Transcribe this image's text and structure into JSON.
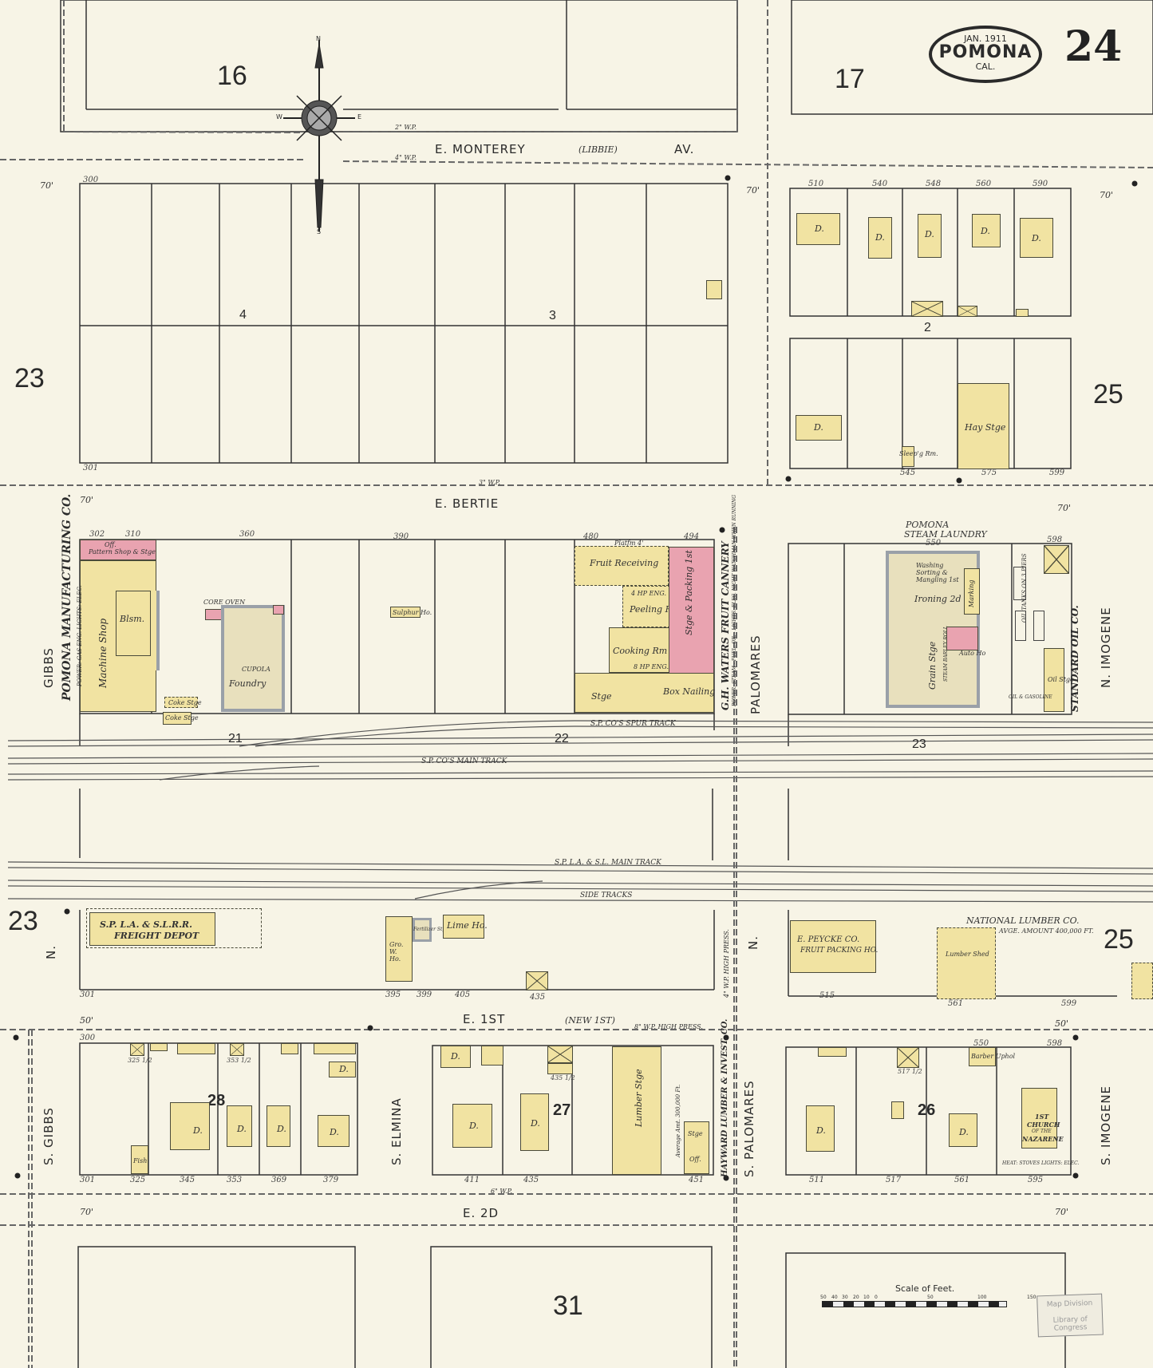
{
  "title_badge": {
    "date": "JAN. 1911",
    "city": "POMONA",
    "state": "CAL."
  },
  "sheet_number": "24",
  "compass": {
    "n": "N",
    "s": "S",
    "e": "E",
    "w": "W"
  },
  "streets": {
    "monterey": "E.   MONTEREY",
    "monterey_alt": "(LIBBIE)",
    "monterey_suffix": "AV.",
    "bertie": "E.   BERTIE",
    "first": "E.   1ST",
    "first_alt": "(NEW 1ST)",
    "second": "E.   2D",
    "gibbs_n": "GIBBS",
    "gibbs_s": "S.  GIBBS",
    "elmina_s": "S.  ELMINA",
    "palomares_n": "PALOMARES",
    "palomares_s": "S.  PALOMARES",
    "imogene_n": "N.   IMOGENE",
    "imogene_s": "S.  IMOGENE",
    "n_mark_left": "N.",
    "n_mark_mid": "N."
  },
  "water_mains": {
    "monterey_top": "2\" W.P.",
    "monterey_bottom": "4\" W.P.",
    "bertie": "3\" W.P.",
    "first": "8\" W.P. HIGH PRESS.",
    "second": "6\" W.P.",
    "palomares": "4\" W.P. HIGH PRESS."
  },
  "block_numbers": {
    "b16": "16",
    "b17": "17",
    "b23_top": "23",
    "b25_top": "25",
    "b23_bottom": "23",
    "b25_bottom": "25",
    "b31": "31",
    "b4": "4",
    "b3": "3",
    "b2": "2",
    "b21": "21",
    "b22": "22",
    "b23_tracks": "23",
    "b28": "28",
    "b27": "27",
    "b26": "26"
  },
  "tracks": {
    "spur": "S.P. CO'S   SPUR   TRACK",
    "main": "S.P. CO'S  MAIN  TRACK",
    "la_main": "S.P.  L.A. & S.L.  MAIN TRACK",
    "side": "SIDE  TRACKS"
  },
  "businesses": {
    "pomona_mfg": "POMONA  MANUFACTURING  CO.",
    "pomona_mfg_sub": "POWER: GAS ENG.  LIGHTS: ELEC.",
    "machine_shop": "Machine Shop",
    "blsm": "Blsm.",
    "pattern_shop": "Pattern Shop & Stge",
    "off": "Off.",
    "foundry": "Foundry",
    "core_oven": "CORE OVEN",
    "coke_stge_1": "Coke Stge",
    "coke_stge_2": "Coke Stge",
    "cupola": "CUPOLA",
    "sulphur_ho": "Sulphur Ho.",
    "fruit_receiving": "Fruit Receiving",
    "peeling_rm": "Peeling Rm",
    "cooking_rm": "Cooking Rm",
    "stge_packing": "Stge & Packing 1st",
    "box_nailing": "Box Nailing",
    "stge": "Stge",
    "platform": "Platfm 4'",
    "hp_eng_4": "4 HP ENG.",
    "hp_eng_8": "8 HP ENG.",
    "cannery": "G.H. WATERS  FRUIT  CANNERY",
    "cannery_sub": "POWER: STEAM - FUEL: OIL - LIGHTS: ELEC.  NIGHT WATCHMAN  WHEN RUNNING",
    "laundry_title_1": "POMONA",
    "laundry_title_2": "STEAM LAUNDRY",
    "washing": "Washing Sorting & Mangling 1st",
    "ironing": "Ironing 2d",
    "marking": "Marking",
    "grain_stge": "Grain Stge",
    "steam_barley": "STEAM BARLEY ROLL",
    "auto_ho": "Auto Ho",
    "oil_stge": "Oil Stge",
    "oil_tanks": "OIL TANKS ON 3 PIERS",
    "standard_oil": "STANDARD  OIL  CO.",
    "oil_gasoline": "OIL & GASOLINE",
    "freight_depot_1": "S.P. L.A. & S.L.R.R.",
    "freight_depot_2": "FREIGHT DEPOT",
    "gro_wh": "Gro. W. Ho.",
    "fertilizer": "Fertilizer Stge",
    "lime_ho": "Lime Ho.",
    "peycke_1": "E. PEYCKE CO.",
    "peycke_2": "FRUIT PACKING HO.",
    "national_lumber": "NATIONAL  LUMBER  CO.",
    "national_lumber_avg": "AVGE. AMOUNT 400,000 FT.",
    "lumber_shed": "Lumber Shed",
    "lumber_stge": "Lumber Stge",
    "hayward_lumber": "HAYWARD LUMBER & INVEST. CO.",
    "hayward_avg": "Average Amt. 300,000 Ft.",
    "stge_2": "Stge",
    "off_2": "Off.",
    "hay_stge": "Hay Stge",
    "sleeping_rm": "Sleep'g Rm.",
    "church_1": "1ST",
    "church_2": "CHURCH",
    "church_3": "OF THE",
    "church_4": "NAZARENE",
    "church_heat": "HEAT: STOVES  LIGHTS: ELEC.",
    "barber_uphol": "Barber Uphol",
    "fish": "Fish",
    "dwelling": "D."
  },
  "addresses": {
    "block_b_top": [
      "510",
      "540",
      "548",
      "560",
      "590"
    ],
    "block_b_bottom": [
      "545",
      "575",
      "599"
    ],
    "bertie_north": [
      "300",
      "301"
    ],
    "block_21": [
      "302",
      "310",
      "360",
      "390"
    ],
    "block_22": [
      "480",
      "494"
    ],
    "block_23": [
      "550",
      "598"
    ],
    "first_north": [
      "301",
      "395",
      "399",
      "405",
      "435",
      "515",
      "561",
      "599"
    ],
    "block_28": [
      "300",
      "301",
      "325",
      "345",
      "353",
      "369",
      "379",
      "325 1/2",
      "353 1/2"
    ],
    "block_27": [
      "411",
      "435",
      "435 1/2",
      "451"
    ],
    "block_26": [
      "511",
      "517",
      "517 1/2",
      "550",
      "561",
      "595",
      "598"
    ]
  },
  "street_widths": {
    "w70": "70'",
    "w50": "50'"
  },
  "scale": {
    "title": "Scale of Feet.",
    "ticks": [
      "50",
      "40",
      "30",
      "20",
      "10",
      "0",
      "50",
      "100",
      "150"
    ]
  },
  "stamp": {
    "line1": "Map Division",
    "line2": "Library of Congress"
  },
  "colors": {
    "paper": "#f7f4e6",
    "frame_yellow": "#f1e3a2",
    "brick_pink": "#e9a3b0",
    "iron_gray": "#9aa0a8",
    "ink": "#2a2a2a"
  }
}
